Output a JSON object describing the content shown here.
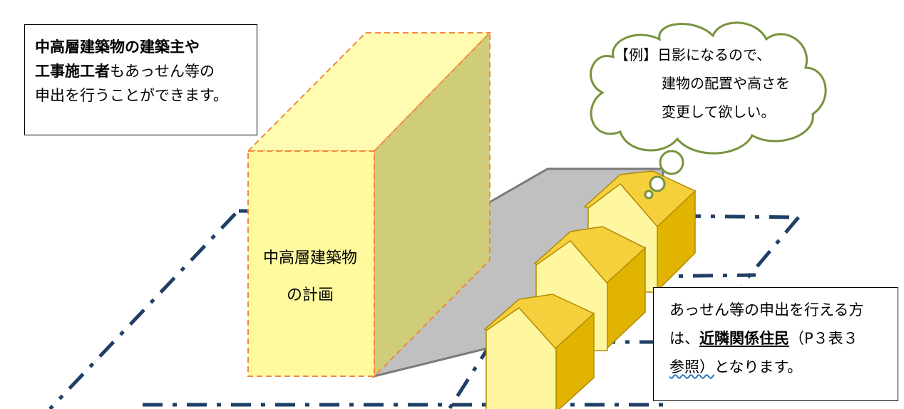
{
  "top_left_note": {
    "line1_bold": "中高層建築物の建築主や",
    "line2_bold": "工事施工者",
    "line2_rest": "もあっせん等の",
    "line3": "申出を行うことができます。"
  },
  "cloud": {
    "line1": "【例】日影になるので、",
    "line2": "建物の配置や高さを",
    "line3": "変更して欲しい。"
  },
  "building": {
    "label_line1": "中高層建築物",
    "label_line2": "の計画"
  },
  "bottom_right_note": {
    "line1": "あっせん等の申出を行える方",
    "line2_prefix": "は、",
    "line2_bold": "近隣関係住民",
    "line2_suffix": "（P３表３",
    "line3_wavy": "参照）",
    "line3_rest": "となります。"
  },
  "colors": {
    "boundary_line": "#1f3f66",
    "building_front": "#fffa9e",
    "building_side": "#cfcd7a",
    "building_outline": "#f08a3c",
    "shadow": "#c0c0c0",
    "house_front": "#fff7a0",
    "house_side": "#e0b400",
    "cloud_outline": "#77933c"
  }
}
